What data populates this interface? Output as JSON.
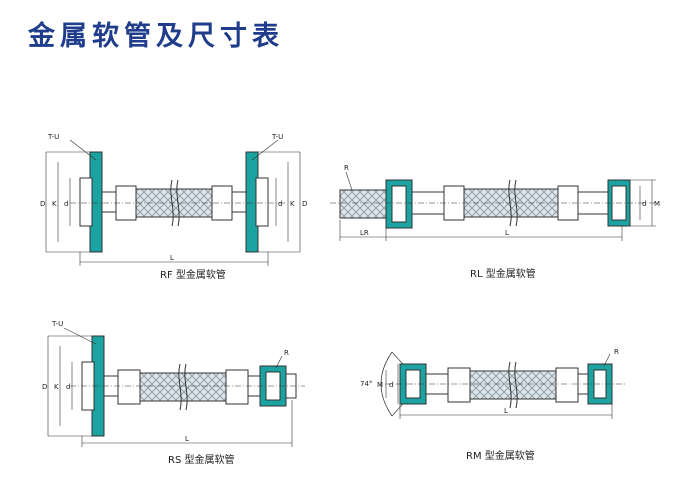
{
  "title": "金属软管及尺寸表",
  "colors": {
    "flange": "#1aa3a0",
    "braid": "#c9d6dd",
    "line": "#333333",
    "title": "#1f3d8c"
  },
  "diagrams": {
    "rf": {
      "caption": "RF 型金属软管",
      "dims": [
        "T-U",
        "T-U",
        "D",
        "K",
        "d",
        "D",
        "K",
        "d",
        "L"
      ]
    },
    "rl": {
      "caption": "RL 型金属软管",
      "dims": [
        "R",
        "LR",
        "L",
        "d",
        "M"
      ]
    },
    "rs": {
      "caption": "RS 型金属软管",
      "dims": [
        "T-U",
        "D",
        "K",
        "d",
        "R",
        "L"
      ]
    },
    "rm": {
      "caption": "RM 型金属软管",
      "dims": [
        "74°",
        "M",
        "d",
        "R",
        "L"
      ]
    }
  }
}
